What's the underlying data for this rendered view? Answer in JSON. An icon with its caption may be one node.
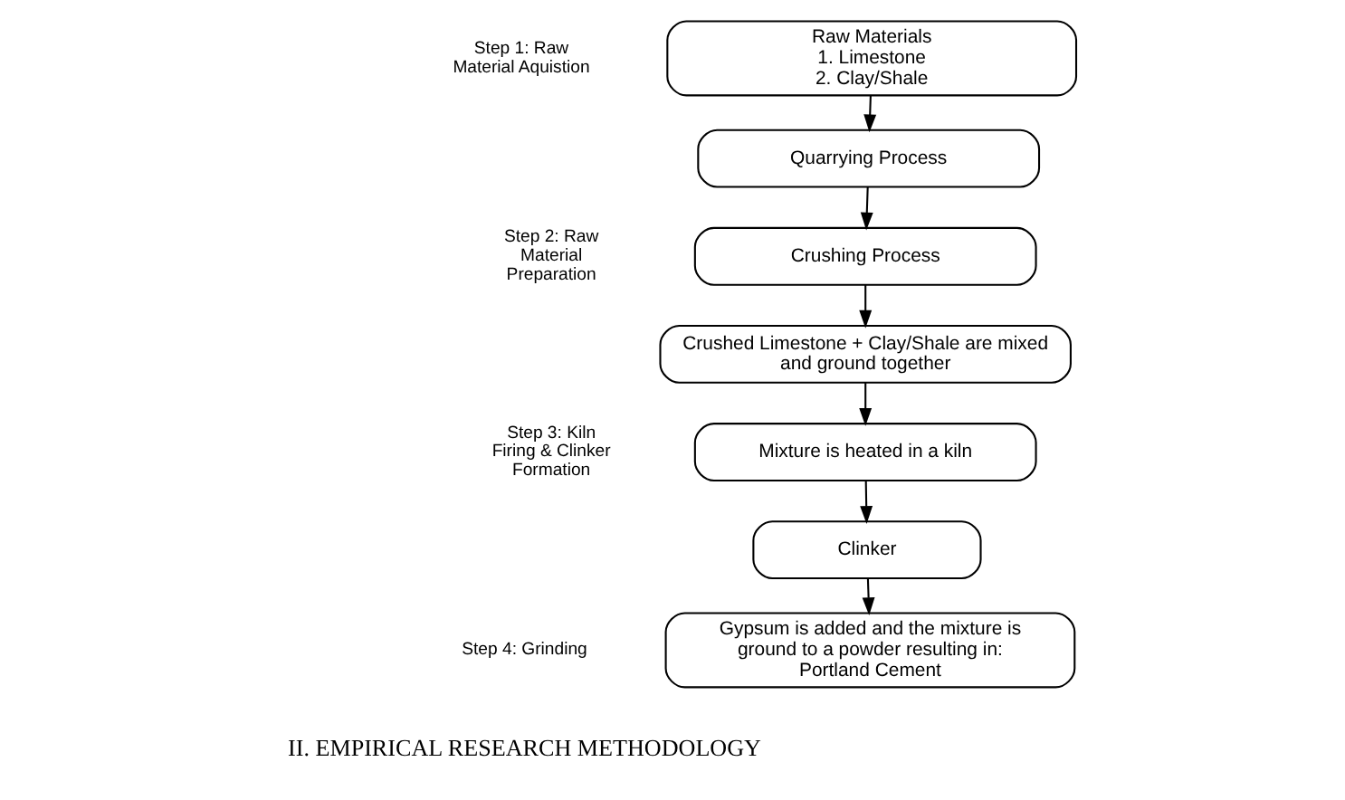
{
  "diagram": {
    "nodes": [
      {
        "text": [
          "Raw Materials",
          "1. Limestone",
          "2. Clay/Shale"
        ]
      },
      {
        "text": [
          "Quarrying Process"
        ]
      },
      {
        "text": [
          "Crushing Process"
        ]
      },
      {
        "text": [
          "Crushed Limestone + Clay/Shale are mixed and ground together"
        ]
      },
      {
        "text": [
          "Mixture is heated in a kiln"
        ]
      },
      {
        "text": [
          "Clinker"
        ]
      },
      {
        "text": [
          "Gypsum is added and the mixture is ground to a powder resulting in: Portland Cement"
        ]
      }
    ],
    "edges": [
      {
        "from": 0,
        "to": 1,
        "arrow": "to"
      },
      {
        "from": 1,
        "to": 2,
        "arrow": "to"
      },
      {
        "from": 2,
        "to": 3,
        "arrow": "to"
      },
      {
        "from": 3,
        "to": 4,
        "arrow": "to"
      },
      {
        "from": 4,
        "to": 5,
        "arrow": "to"
      },
      {
        "from": 5,
        "to": 6,
        "arrow": "to"
      }
    ],
    "labels": [
      "Step 1: Raw Material Aquistion",
      "Step 2: Raw Material Preparation",
      "Step 3: Kiln Firing & Clinker Formation",
      "Step 4: Grinding",
      "II. EMPIRICAL RESEARCH METHODOLOGY"
    ]
  }
}
